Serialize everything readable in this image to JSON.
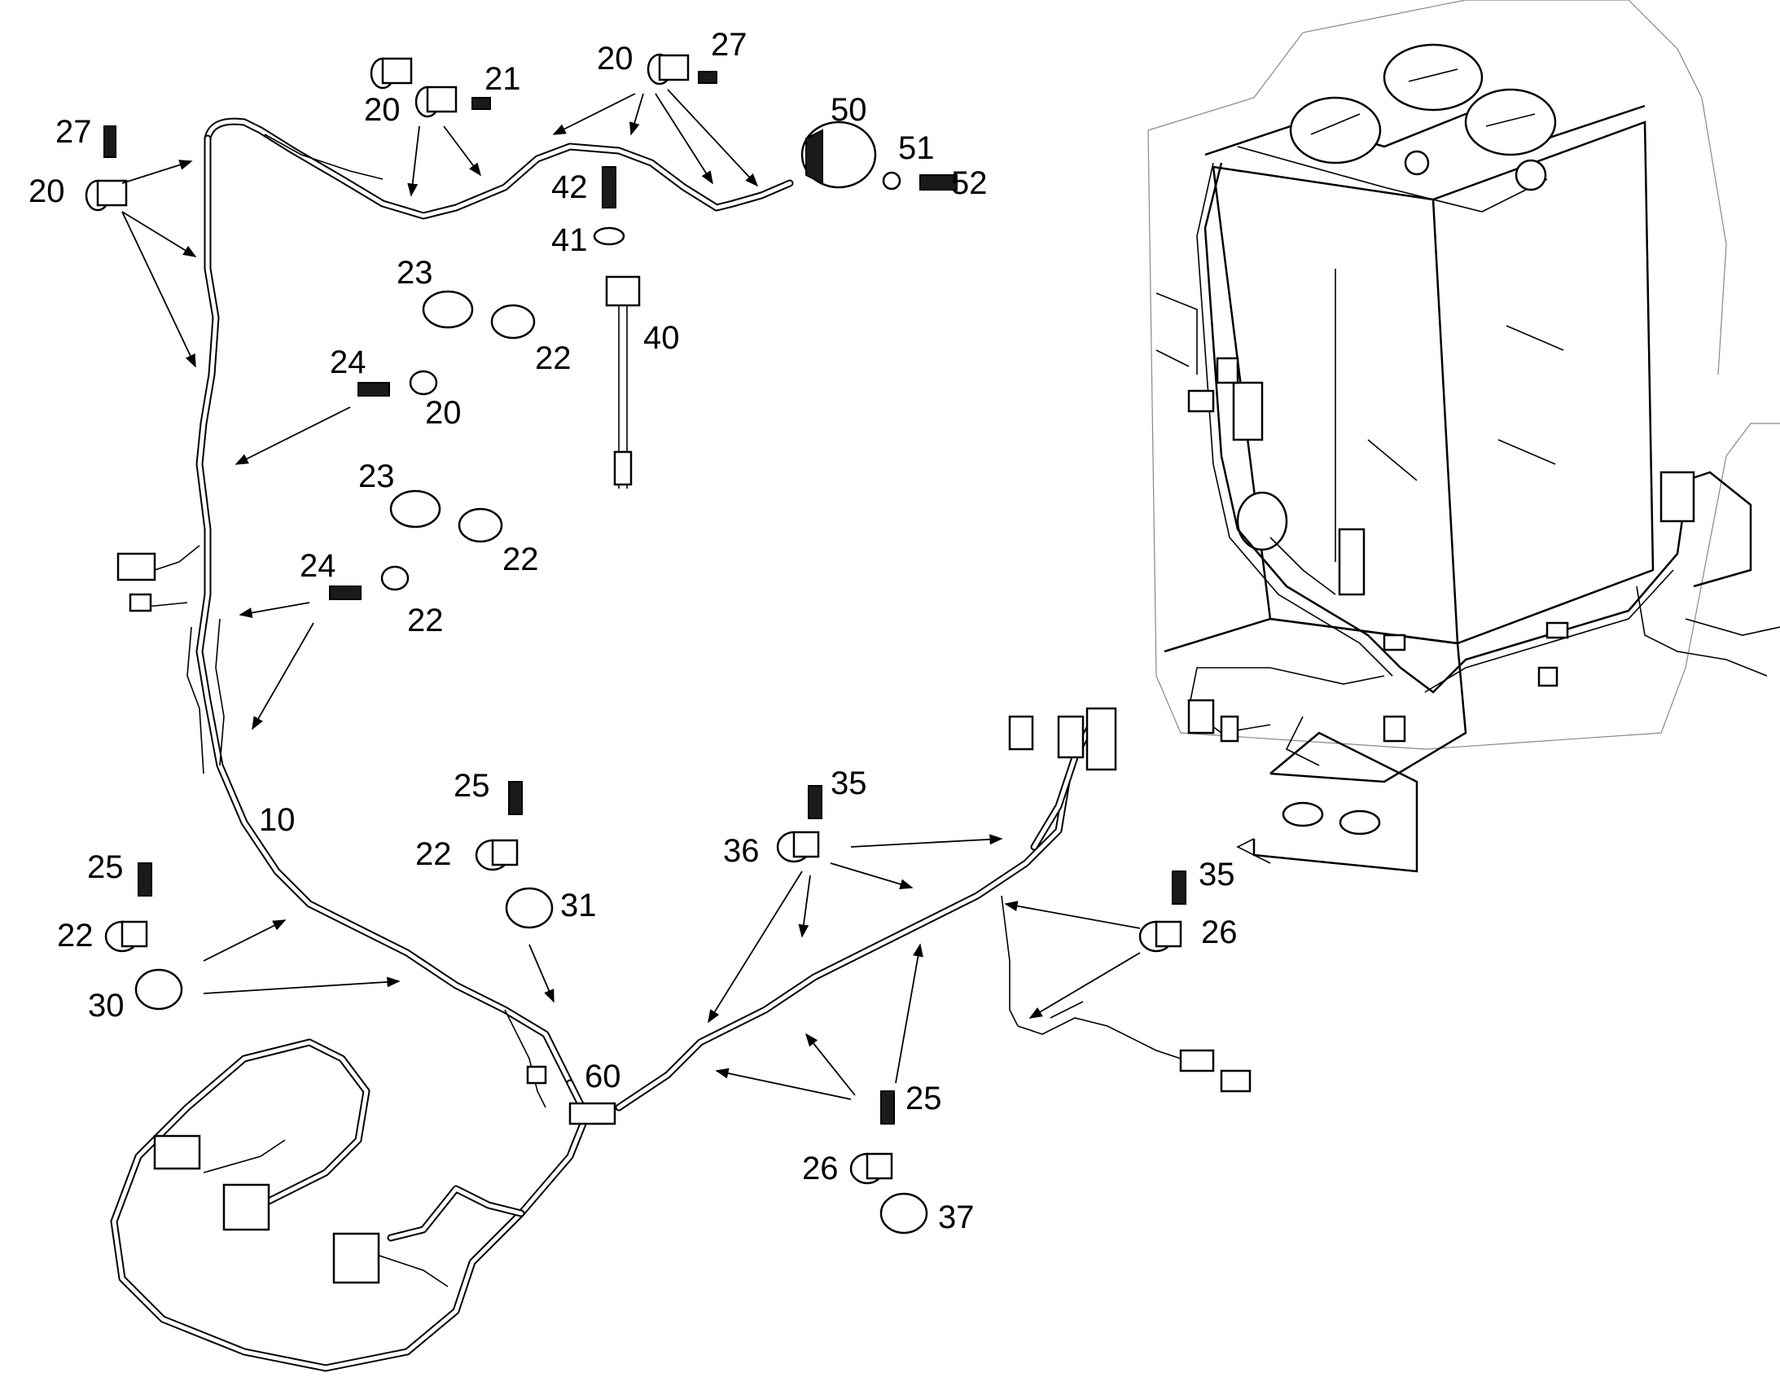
{
  "diagram": {
    "type": "exploded parts view",
    "callouts": [
      "27",
      "20",
      "20",
      "21",
      "20",
      "27",
      "50",
      "51",
      "52",
      "42",
      "41",
      "40",
      "23",
      "22",
      "24",
      "20",
      "23",
      "22",
      "24",
      "22",
      "10",
      "25",
      "22",
      "31",
      "25",
      "22",
      "30",
      "60",
      "35",
      "36",
      "35",
      "26",
      "25",
      "26",
      "37"
    ]
  }
}
